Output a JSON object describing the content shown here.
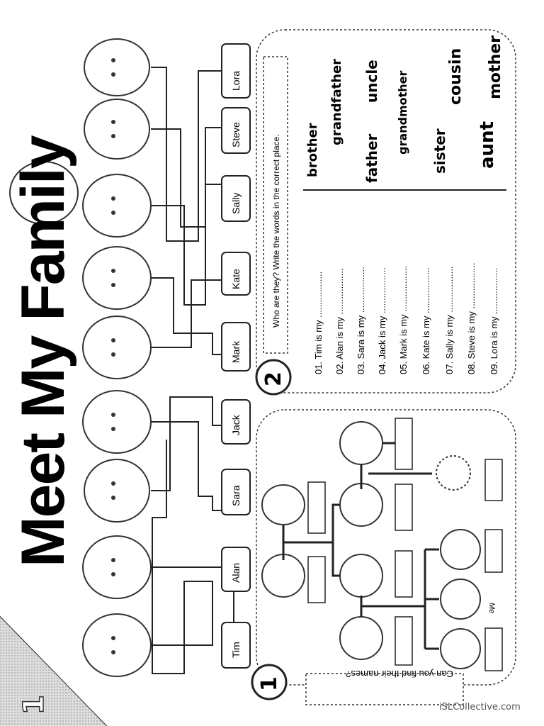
{
  "title": "Meet My Family",
  "page_number": "1",
  "watermark": "iSLCollective.com",
  "names": [
    "Tim",
    "Alan",
    "Sara",
    "Jack",
    "Mark",
    "Kate",
    "Sally",
    "Steve",
    "Lora"
  ],
  "section1": {
    "number": "1",
    "instruction": "Can you find their names?",
    "me_label": "Me"
  },
  "section2": {
    "number": "2",
    "instruction": "Who are they? Write the words in the correct place.",
    "sentences": [
      "01. Tim is my ..................",
      "02. Alan is my ..................",
      "03. Sara is my ..................",
      "04. Jack is my ..................",
      "05. Mark is my ..................",
      "06. Kate is my ..................",
      "07. Sally is my ..................",
      "08. Steve is my ..................",
      "09. Lora is my .................."
    ],
    "word_bank": [
      "brother",
      "grandfather",
      "uncle",
      "grandmother",
      "cousin",
      "father",
      "sister",
      "aunt",
      "mother"
    ]
  }
}
